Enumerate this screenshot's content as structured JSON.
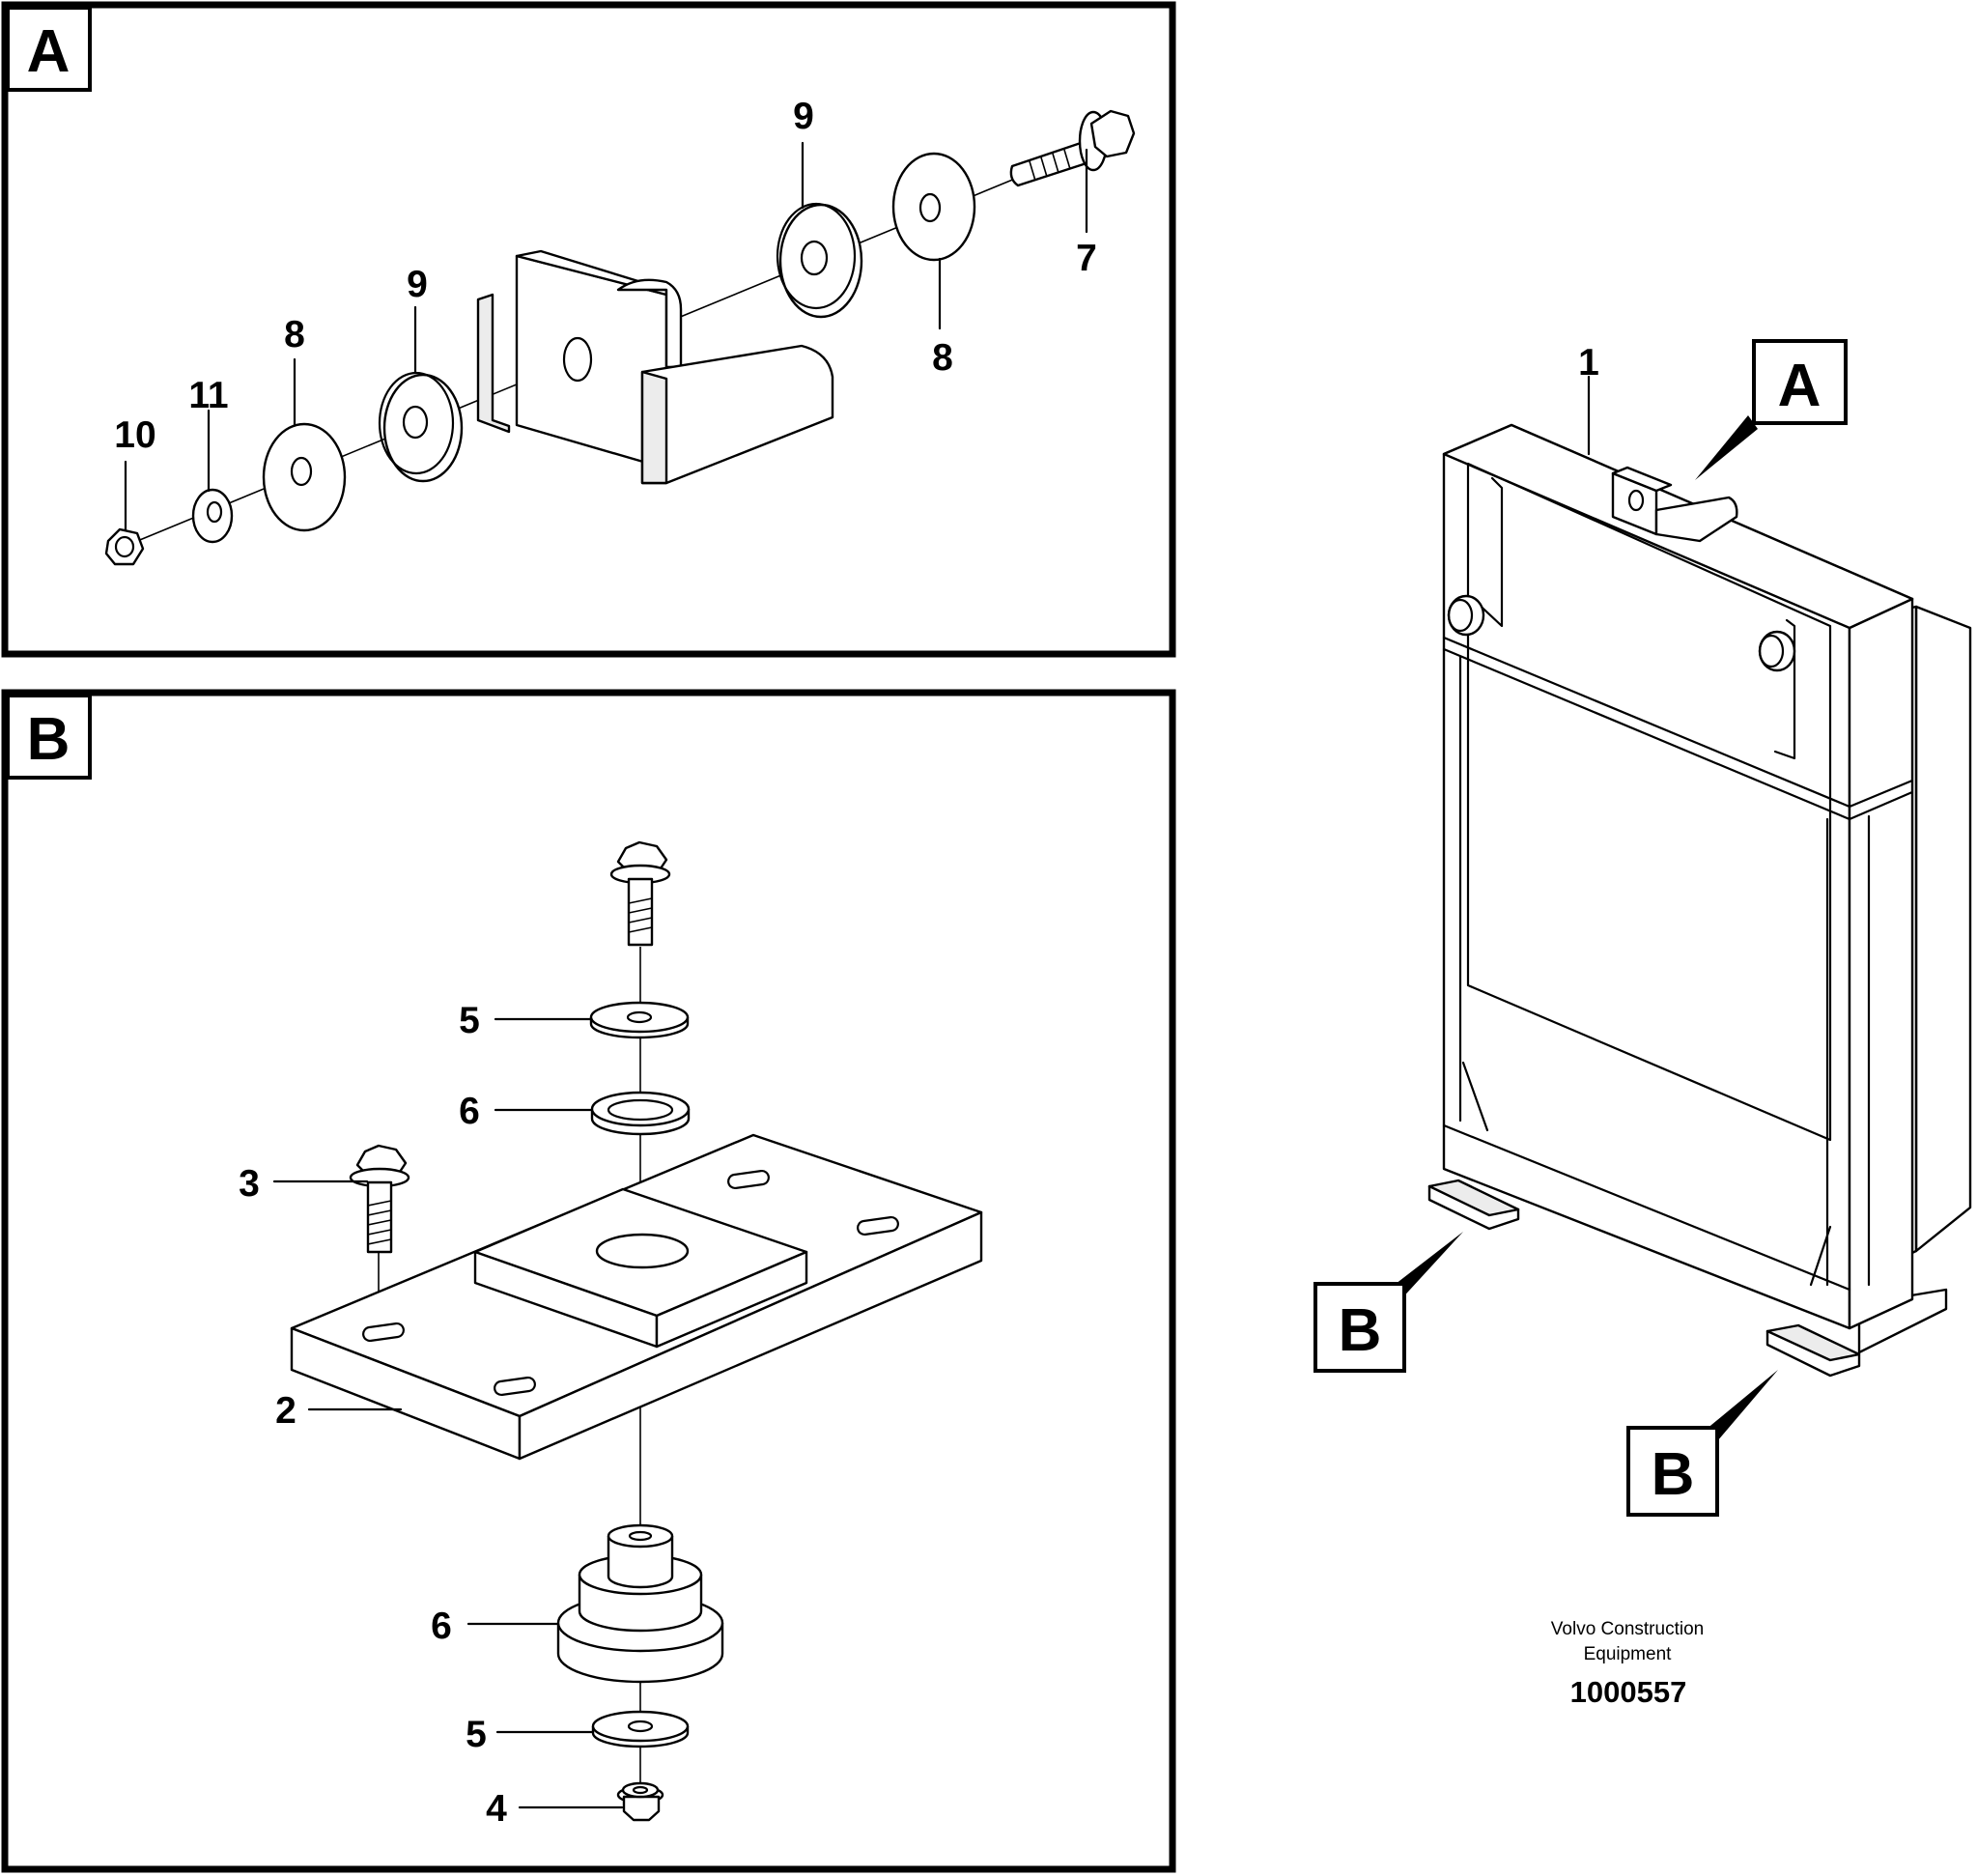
{
  "panels": {
    "a_tag": "A",
    "b_tag": "B"
  },
  "main_view": {
    "tag_a": "A",
    "tag_b1": "B",
    "tag_b2": "B"
  },
  "callouts": {
    "n1": "1",
    "n2": "2",
    "n3": "3",
    "n4": "4",
    "n5_top": "5",
    "n5_bottom": "5",
    "n6_top": "6",
    "n6_bottom": "6",
    "n7": "7",
    "n8_left": "8",
    "n8_right": "8",
    "n9_left": "9",
    "n9_right": "9",
    "n10": "10",
    "n11": "11"
  },
  "footer": {
    "company_line1": "Volvo Construction",
    "company_line2": "Equipment",
    "drawing_number": "1000557"
  }
}
